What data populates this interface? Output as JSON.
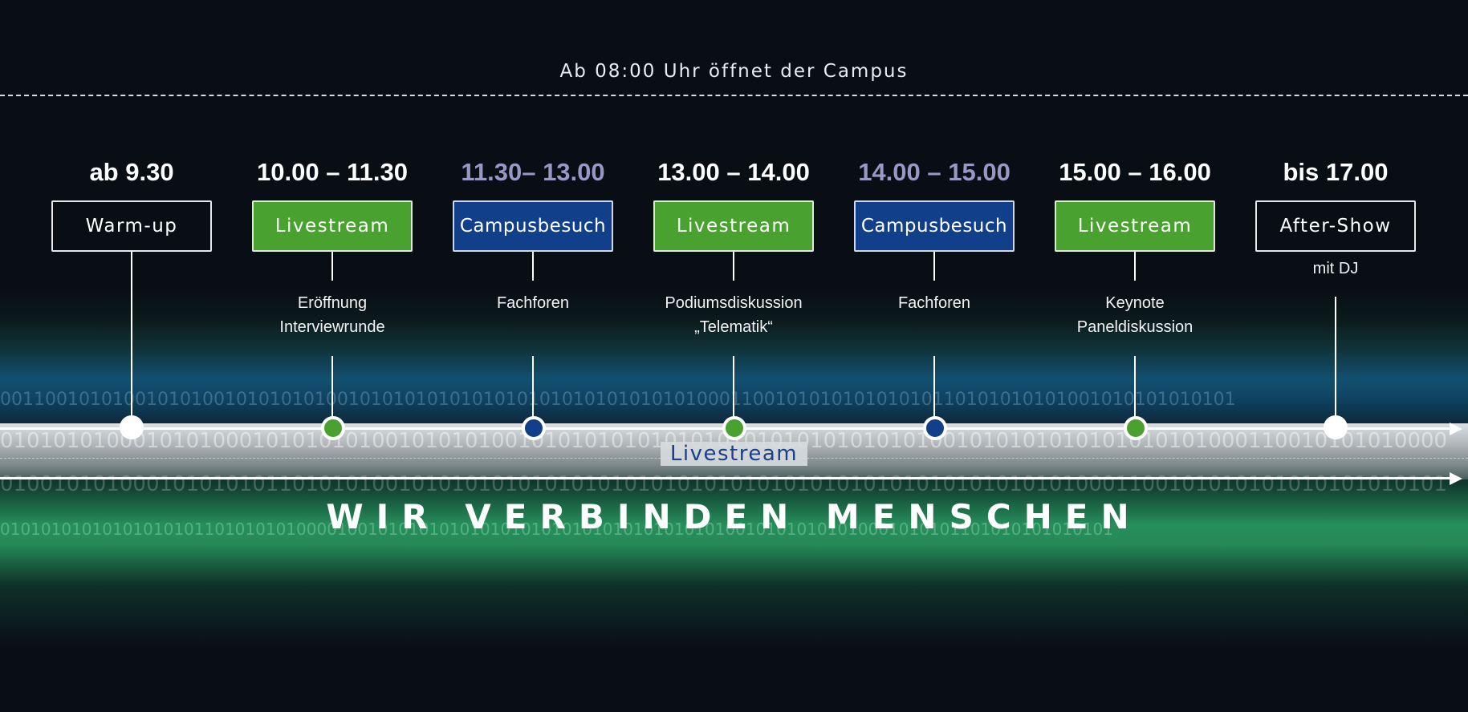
{
  "header": {
    "campus_note": "Ab 08:00 Uhr öffnet der Campus"
  },
  "colors": {
    "background": "#090e15",
    "livestream_green": "#49a22f",
    "campus_blue": "#113f8a",
    "muted_time": "#9a97c6",
    "white": "#ffffff"
  },
  "slots": [
    {
      "time": "ab 9.30",
      "time_style": "white",
      "label": "Warm-up",
      "kind": "dark",
      "desc": [],
      "dot": "white"
    },
    {
      "time": "10.00 – 11.30",
      "time_style": "white",
      "label": "Livestream",
      "kind": "green",
      "desc": [
        "Eröffnung",
        "Interviewrunde"
      ],
      "dot": "green"
    },
    {
      "time": "11.30– 13.00",
      "time_style": "muted",
      "label": "Campusbesuch",
      "kind": "blue",
      "desc": [
        "Fachforen"
      ],
      "dot": "blue"
    },
    {
      "time": "13.00 – 14.00",
      "time_style": "white",
      "label": "Livestream",
      "kind": "green",
      "desc": [
        "Podiumsdiskussion",
        "„Telematik“"
      ],
      "dot": "green"
    },
    {
      "time": "14.00 – 15.00",
      "time_style": "muted",
      "label": "Campusbesuch",
      "kind": "blue",
      "desc": [
        "Fachforen"
      ],
      "dot": "blue"
    },
    {
      "time": "15.00 – 16.00",
      "time_style": "white",
      "label": "Livestream",
      "kind": "green",
      "desc": [
        "Keynote",
        "Paneldiskussion"
      ],
      "dot": "green"
    },
    {
      "time": "bis 17.00",
      "time_style": "white",
      "label": "After-Show",
      "kind": "dark",
      "desc": [
        "mit DJ"
      ],
      "dot": "white"
    }
  ],
  "band": {
    "livestream_label": "Livestream"
  },
  "tagline": "WIR VERBINDEN MENSCHEN",
  "binary": {
    "row1": "00110010101001010100101010101001010101010101010101010101010101000110010101010101010110101010101001010101010101",
    "row2": "0101010100010101000101010101001010101001010101010101010101010101010101001010101010101010101000110010101010000",
    "row3": "0100101010001010101011010101001010101010101010101010101010101010101010101010101010001100101010101010101010101",
    "row4": "0101010101010101010110101010100001001010101010101010101010101010101010100101010101010001010101101010101010101"
  }
}
